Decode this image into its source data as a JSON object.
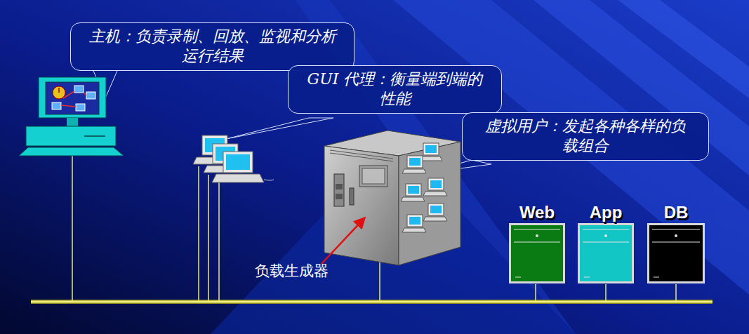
{
  "diagram": {
    "nodes": [
      {
        "text": [
          "主机：负责录制、回放、监视和分析 运行结果"
        ]
      },
      {
        "text": [
          "GUI 代理：衡量端到端的 性能"
        ]
      },
      {
        "text": [
          "虚拟用户：发起各种各样的负 载组合"
        ]
      },
      {
        "text": [
          "Web"
        ]
      },
      {
        "text": [
          "App"
        ]
      },
      {
        "text": [
          "DB"
        ]
      }
    ],
    "labels": [
      "负载生成器"
    ]
  }
}
